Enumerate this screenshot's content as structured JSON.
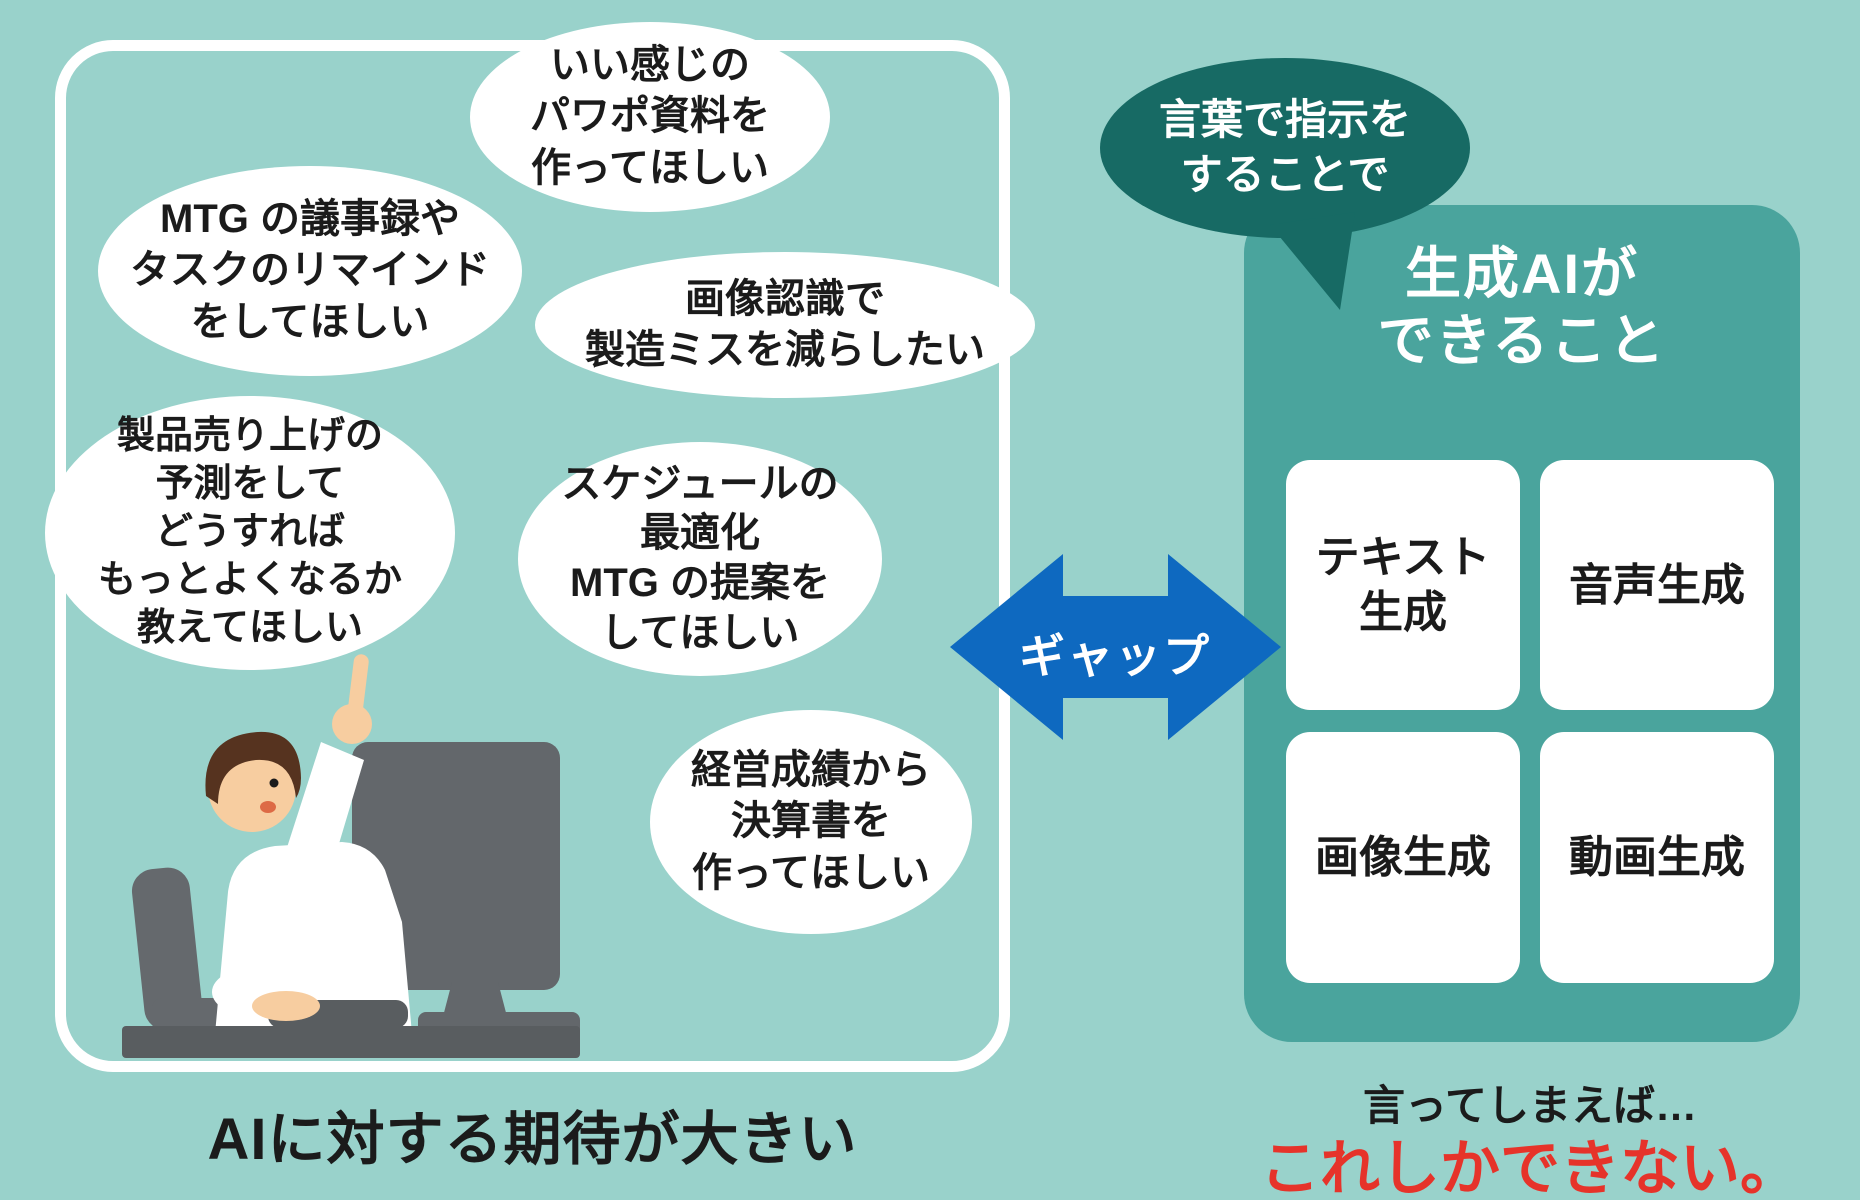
{
  "colors": {
    "background": "#99d2cb",
    "panel_border": "#ffffff",
    "right_panel": "#4aa49d",
    "dark_bubble": "#176a64",
    "arrow_blue": "#0e69c0",
    "alert_red": "#e6332a",
    "text_black": "#1b1b1b"
  },
  "left_section": {
    "bubbles": [
      {
        "lines": [
          "いい感じの",
          "パワポ資料を",
          "作ってほしい"
        ]
      },
      {
        "lines": [
          "MTG の議事録や",
          "タスクのリマインド",
          "をしてほしい"
        ]
      },
      {
        "lines": [
          "画像認識で",
          "製造ミスを減らしたい"
        ]
      },
      {
        "lines": [
          "製品売り上げの",
          "予測をして",
          "どうすれば",
          "もっとよくなるか",
          "教えてほしい"
        ]
      },
      {
        "lines": [
          "スケジュールの",
          "最適化",
          "MTG の提案を",
          "してほしい"
        ]
      },
      {
        "lines": [
          "経営成績から",
          "決算書を",
          "作ってほしい"
        ]
      }
    ],
    "caption": "AIに対する期待が大きい",
    "illustration": "man-at-desk-pointing-up"
  },
  "gap_arrow": {
    "label": "ギャップ"
  },
  "right_section": {
    "intro_bubble": {
      "lines": [
        "言葉で指示を",
        "することで"
      ]
    },
    "title": {
      "lines": [
        "生成AIが",
        "できること"
      ]
    },
    "cards": [
      {
        "lines": [
          "テキスト",
          "生成"
        ]
      },
      {
        "lines": [
          "音声生成"
        ]
      },
      {
        "lines": [
          "画像生成"
        ]
      },
      {
        "lines": [
          "動画生成"
        ]
      }
    ],
    "footnote": "言ってしまえば…",
    "conclusion": "これしかできない。"
  }
}
